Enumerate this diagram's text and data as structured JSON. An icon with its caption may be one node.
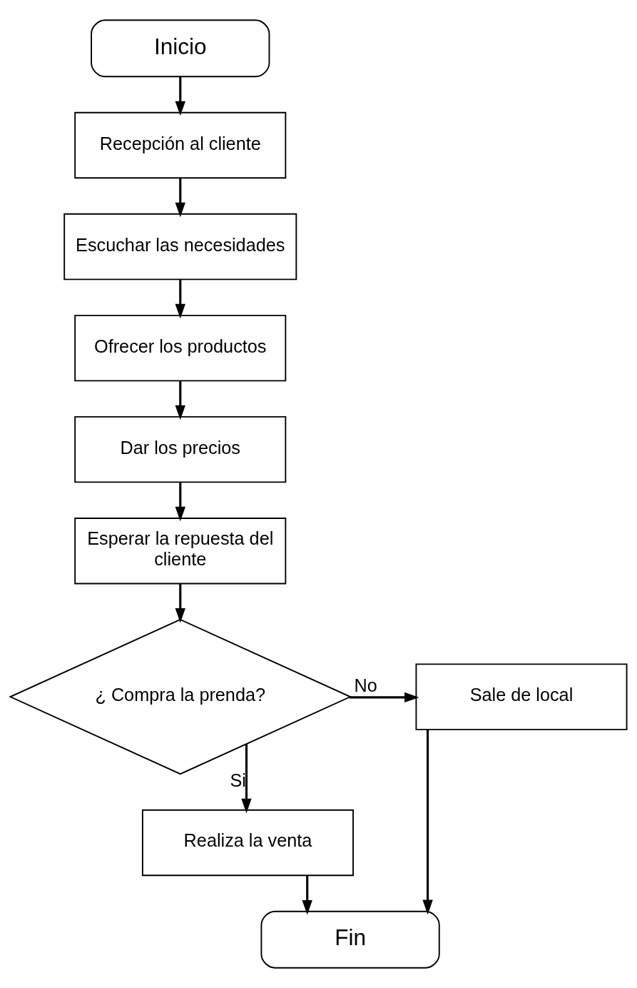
{
  "diagram": {
    "nodes": [
      {
        "text": [
          "Inicio"
        ]
      },
      {
        "text": [
          "Recepción al cliente"
        ]
      },
      {
        "text": [
          "Escuchar las necesidades"
        ]
      },
      {
        "text": [
          "Ofrecer los productos"
        ]
      },
      {
        "text": [
          "Dar los precios"
        ]
      },
      {
        "text": [
          "Esperar la repuesta del cliente"
        ]
      },
      {
        "text": [
          "¿ Compra la prenda?"
        ]
      },
      {
        "text": [
          "Sale de local"
        ]
      },
      {
        "text": [
          "Realiza la venta"
        ]
      },
      {
        "text": [
          "Fin"
        ]
      }
    ],
    "edges": [
      {
        "from": 0,
        "to": 1,
        "arrow": "to"
      },
      {
        "from": 1,
        "to": 2,
        "arrow": "to"
      },
      {
        "from": 2,
        "to": 3,
        "arrow": "to"
      },
      {
        "from": 3,
        "to": 4,
        "arrow": "to"
      },
      {
        "from": 4,
        "to": 5,
        "arrow": "to"
      },
      {
        "from": 5,
        "to": 6,
        "arrow": "to"
      },
      {
        "from": 6,
        "to": 7,
        "arrow": "to",
        "label": "No"
      },
      {
        "from": 6,
        "to": 8,
        "arrow": "to",
        "label": "Si"
      },
      {
        "from": 8,
        "to": 9,
        "arrow": "to"
      },
      {
        "from": 7,
        "to": 9,
        "arrow": "to"
      }
    ]
  }
}
